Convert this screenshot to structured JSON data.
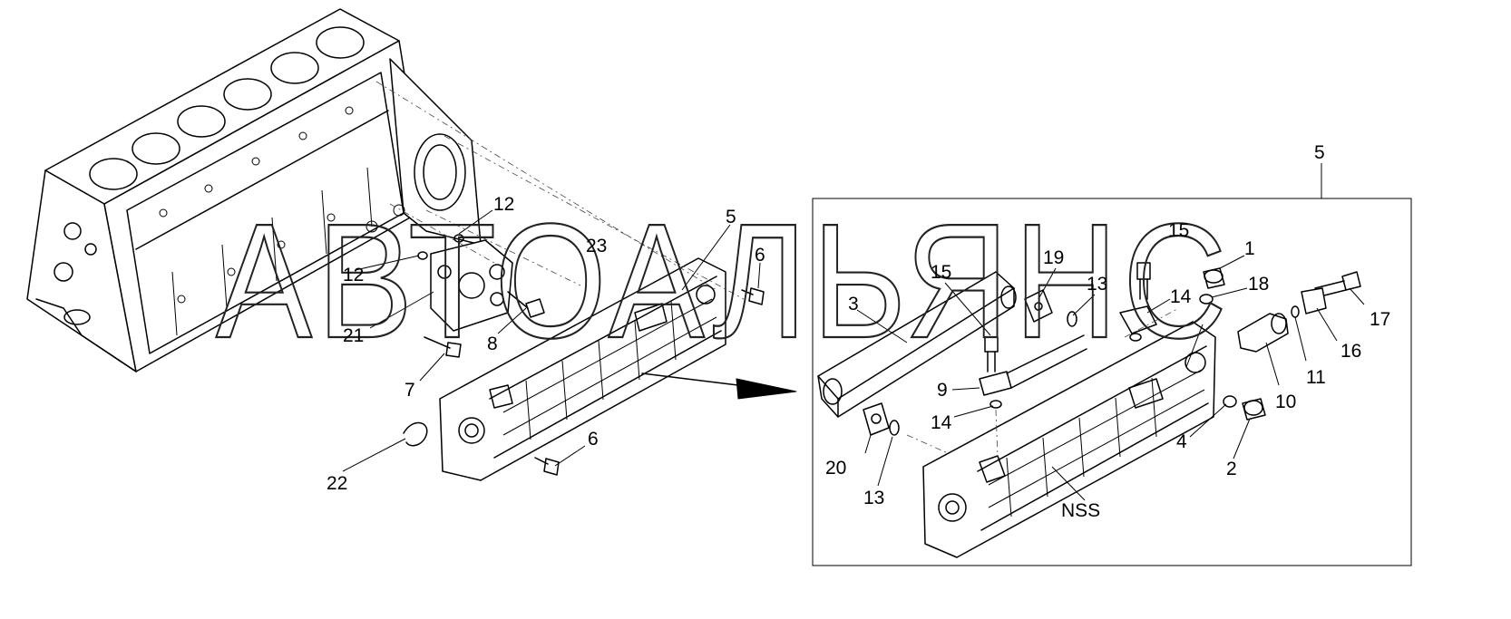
{
  "watermark": "АВТОАЛЬЯНС",
  "inset_callout": "5",
  "nss_label": "NSS",
  "left_labels": [
    "12",
    "23",
    "5",
    "6",
    "12",
    "21",
    "8",
    "7",
    "6",
    "22"
  ],
  "right_labels": [
    "15",
    "1",
    "19",
    "15",
    "18",
    "13",
    "14",
    "3",
    "17",
    "16",
    "9",
    "11",
    "10",
    "14",
    "4",
    "20",
    "2",
    "13"
  ]
}
